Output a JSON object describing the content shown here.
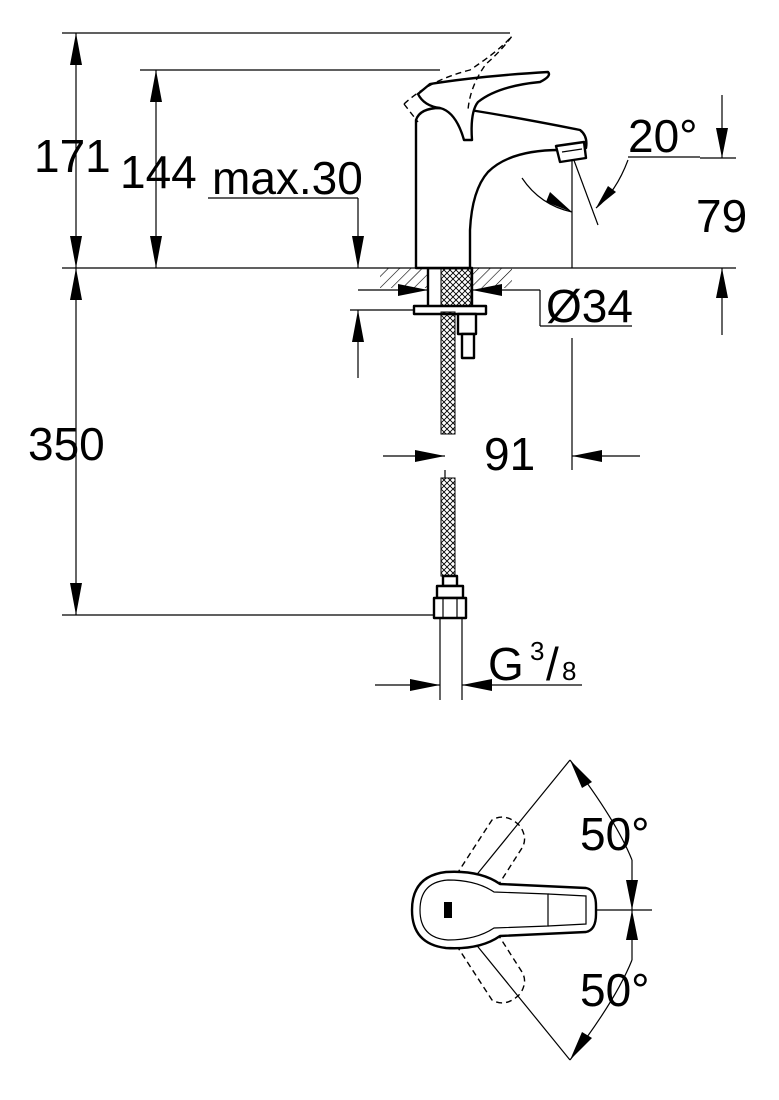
{
  "dimensions": {
    "total_height": "171",
    "lever_height": "144",
    "max_deck": "max.30",
    "spray_angle": "20°",
    "spout_height": "79",
    "hole_diameter": "Ø34",
    "hose_length": "350",
    "projection": "91",
    "thread_prefix": "G",
    "thread_num": "3",
    "thread_slash": "/",
    "thread_den": "8",
    "rotation_left": "50°",
    "rotation_right": "50°"
  }
}
